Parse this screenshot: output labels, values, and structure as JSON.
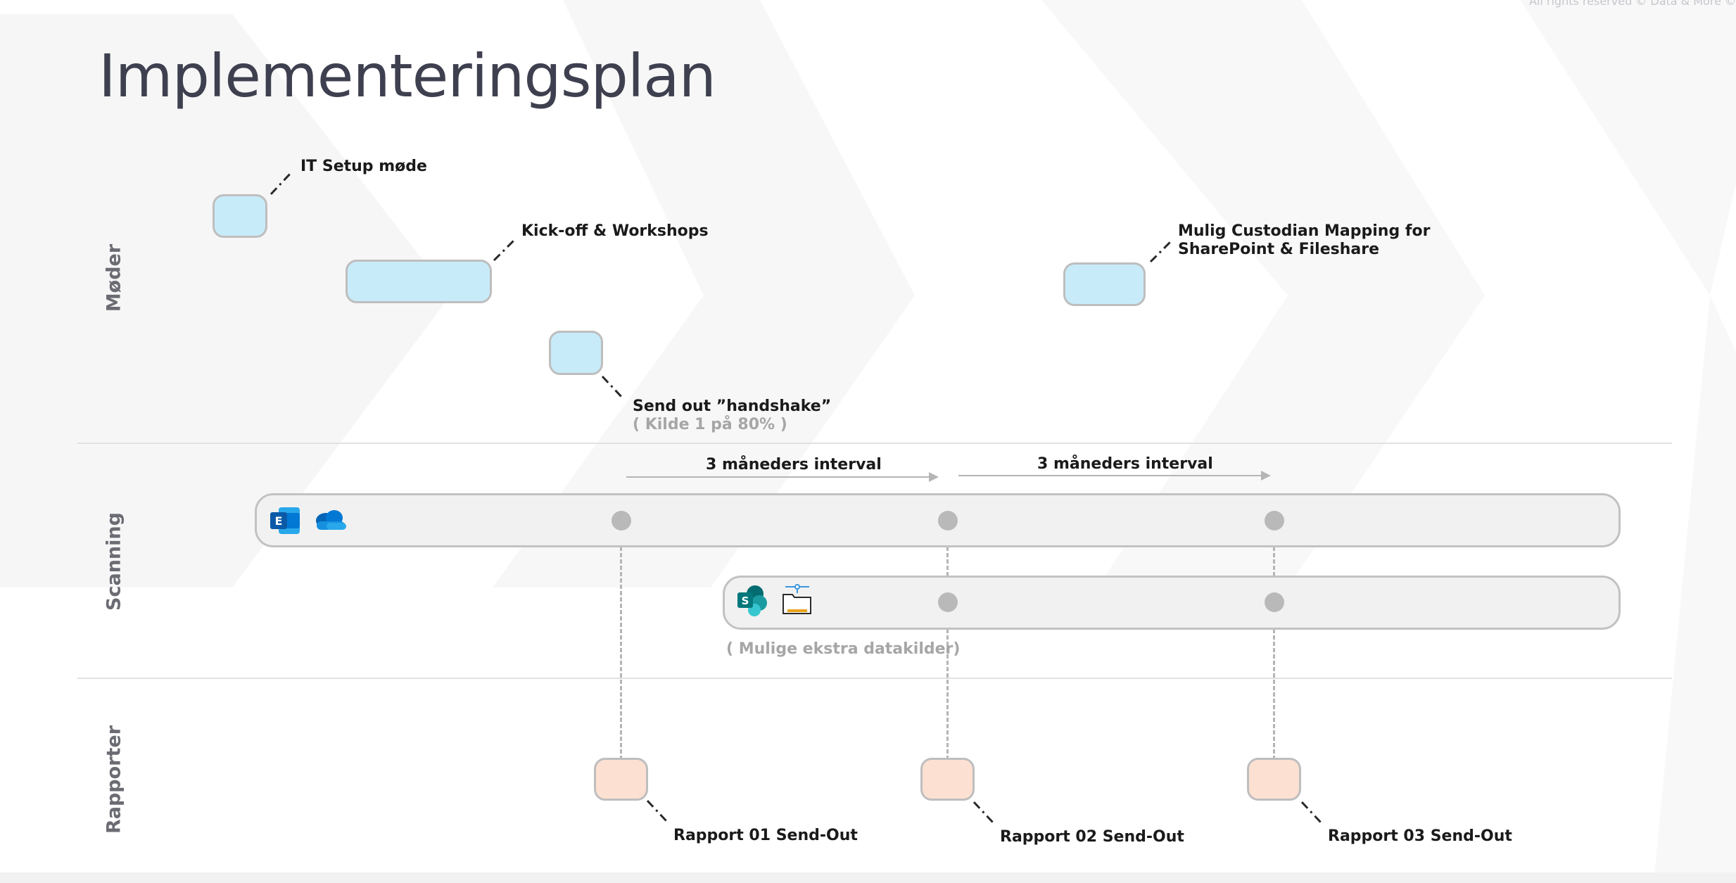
{
  "title": "Implementeringsplan",
  "copyright": "All rights reserved © Data & More ©",
  "lanes": {
    "meetings": "Møder",
    "scanning": "Scanning",
    "reports": "Rapporter"
  },
  "meetings": {
    "it_setup": "IT Setup møde",
    "kickoff": "Kick-off & Workshops",
    "custodian_line1": "Mulig Custodian Mapping for",
    "custodian_line2": "SharePoint & Fileshare",
    "handshake": "Send out ”handshake”",
    "handshake_note": "( Kilde 1 på 80% )"
  },
  "scanning": {
    "interval_1": "3 måneders interval",
    "interval_2": "3 måneders interval",
    "extra_sources_note": "( Mulige ekstra datakilder)",
    "icons_row1": [
      "exchange-icon",
      "onedrive-icon"
    ],
    "icons_row2": [
      "sharepoint-icon",
      "fileshare-icon"
    ]
  },
  "reports": {
    "r1": "Rapport 01 Send-Out",
    "r2": "Rapport 02 Send-Out",
    "r3": "Rapport 03 Send-Out"
  },
  "colors": {
    "meeting_fill": "#c8ebf9",
    "report_fill": "#fce0d2",
    "bar_fill": "#f1f1f1",
    "milestone_dot": "#b9b9b9",
    "title_text": "#3e3f4f"
  }
}
